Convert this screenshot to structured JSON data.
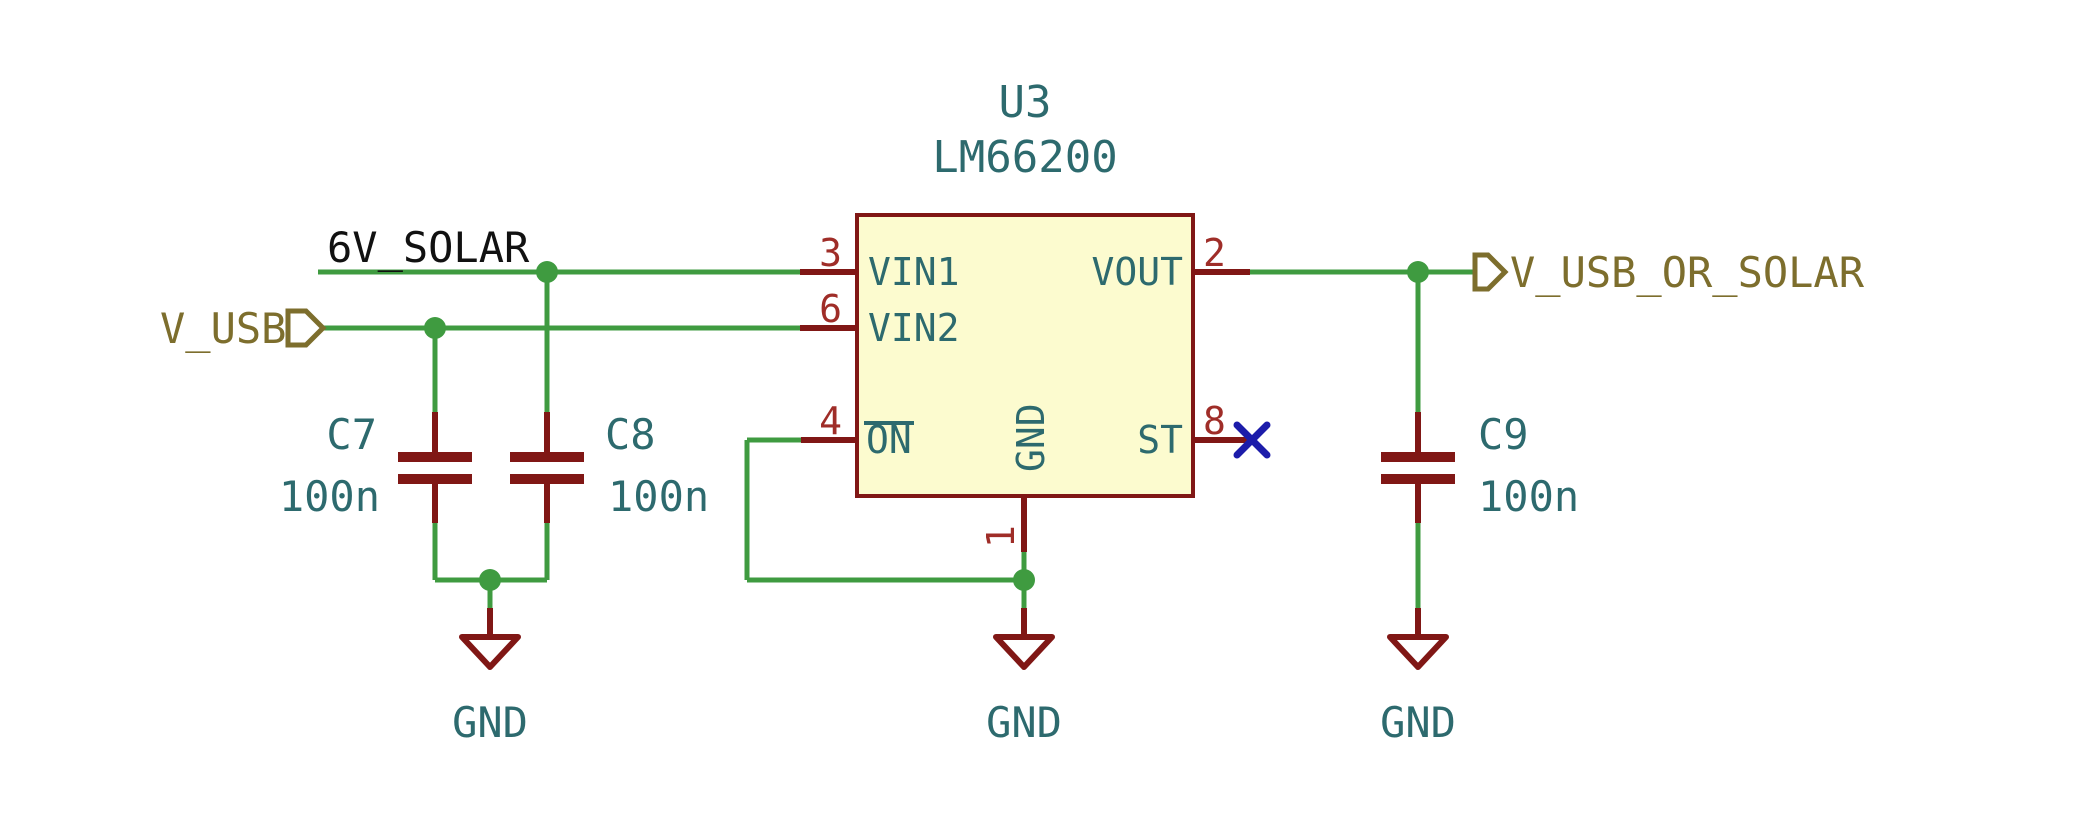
{
  "colors": {
    "background": "#FFFFFF",
    "wire_green": "#3F9B40",
    "outline_maroon": "#801715",
    "pin_number_red": "#9F2D28",
    "text_teal": "#2D6A6E",
    "hier_label_olive": "#7D6E2D",
    "local_label_black": "#111111",
    "no_connect_blue": "#1C1CAA",
    "body_fill_yellow": "#FCFBCF"
  },
  "ic": {
    "reference": "U3",
    "value": "LM66200",
    "pins_left": [
      {
        "number": "3",
        "name": "VIN1"
      },
      {
        "number": "6",
        "name": "VIN2"
      },
      {
        "number": "4",
        "name": "ON",
        "overline": true
      }
    ],
    "pins_right": [
      {
        "number": "2",
        "name": "VOUT"
      },
      {
        "number": "8",
        "name": "ST",
        "no_connect": true
      }
    ],
    "pins_bottom": [
      {
        "number": "1",
        "name": "GND"
      }
    ]
  },
  "capacitors": [
    {
      "reference": "C7",
      "value": "100n"
    },
    {
      "reference": "C8",
      "value": "100n"
    },
    {
      "reference": "C9",
      "value": "100n"
    }
  ],
  "labels": {
    "solar": "6V_SOLAR",
    "usb": "V_USB",
    "output": "V_USB_OR_SOLAR"
  },
  "power": {
    "gnd1": "GND",
    "gnd2": "GND",
    "gnd3": "GND"
  }
}
